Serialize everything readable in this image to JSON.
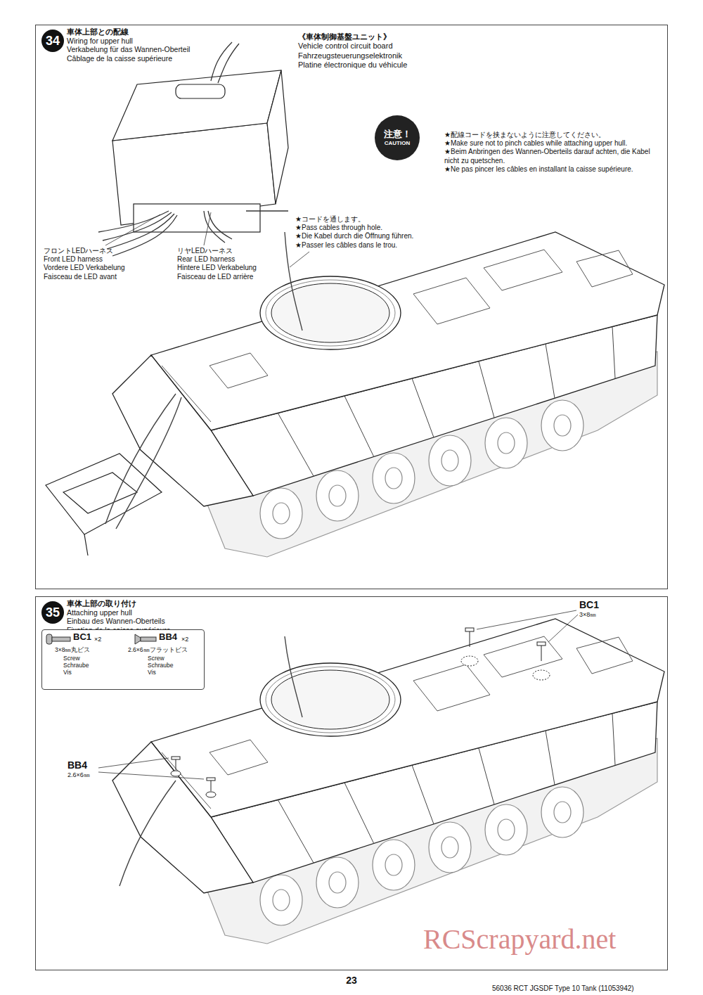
{
  "diagram": {
    "nodes": [
      {
        "text": [
          "車体上部との配線",
          "Wiring for upper hull",
          "Verkabelung für das Wannen-Oberteil",
          "Câblage de la caisse supérieure"
        ]
      },
      {
        "text": [
          "34"
        ],
        "in": 0
      },
      {
        "text": [
          "注意！",
          "CAUTION"
        ],
        "in": 0
      },
      {
        "text": [
          "車体上部の取り付け",
          "Attaching upper hull",
          "Einbau des Wannen-Oberteils",
          "Fixation de la caisse supérieure"
        ]
      },
      {
        "text": [
          "35"
        ],
        "in": 3
      },
      {
        "text": [
          "BC1",
          "×2",
          "3×8㎜丸ビス",
          "Screw Schraube Vis",
          "BB4",
          "×2",
          "2.6×6㎜フラットビス",
          "Screw Schraube Vis"
        ],
        "in": 3
      }
    ],
    "labels": [
      "《車体制御基盤ユニット》",
      "Vehicle control circuit board",
      "Fahrzeugsteuerungselektronik",
      "Platine électronique du véhicule",
      "★配線コードを挟まないように注意してください。",
      "★Make sure not to pinch cables while attaching upper hull.",
      "★Beim Anbringen des Wannen-Oberteils darauf achten, die Kabel nicht zu quetschen.",
      "★Ne pas pincer les câbles en installant la caisse supérieure.",
      "★コードを通します。",
      "★Pass cables through hole.",
      "★Die Kabel durch die Öffnung führen.",
      "★Passer les câbles dans le trou.",
      "フロントLEDハーネス",
      "Front LED harness",
      "Vordere LED Verkabelung",
      "Faisceau de LED avant",
      "リヤLEDハーネス",
      "Rear LED harness",
      "Hintere LED Verkabelung",
      "Faisceau de LED arrière",
      "BC1",
      "3×8㎜",
      "BB4",
      "2.6×6㎜",
      "23",
      "56036 RCT JGSDF Type 10 Tank (11053942)",
      "RCScrapyard.net"
    ]
  }
}
